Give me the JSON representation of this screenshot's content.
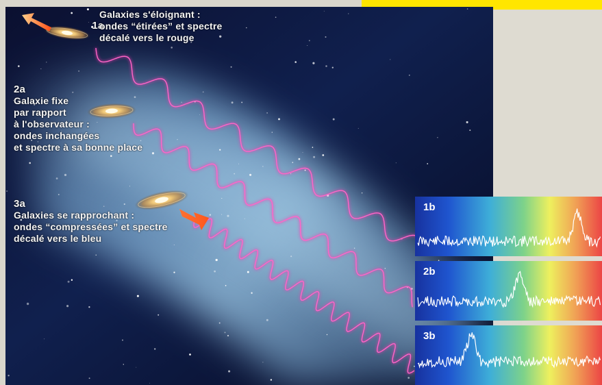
{
  "captions": {
    "c1": {
      "number": "1a",
      "text": "Galaxies s'éloignant :\nondes “étirées” et spectre\ndécalé vers le rouge"
    },
    "c2": {
      "number": "2a",
      "text": "Galaxie fixe\npar rapport\nà l'observateur :\nondes inchangées\net spectre à sa bonne place"
    },
    "c3": {
      "number": "3a",
      "text": "Galaxies se rapprochant :\nondes “compressées” et spectre\ndécalé vers le bleu"
    }
  },
  "spectra": [
    {
      "label": "1b",
      "peak_position": 0.87
    },
    {
      "label": "2b",
      "peak_position": 0.56
    },
    {
      "label": "3b",
      "peak_position": 0.3
    }
  ],
  "colors": {
    "space_dark": "#0a0d2e",
    "space_glow": "#5aa0dc",
    "wave": "#ff3fb5",
    "arrow": "#ff5a1e",
    "banner": "#ffe600",
    "spectrum_blue": "#1a3ec8",
    "spectrum_green": "#56c87a",
    "spectrum_yellow": "#f2ea5a",
    "spectrum_red": "#ef4a4a"
  }
}
